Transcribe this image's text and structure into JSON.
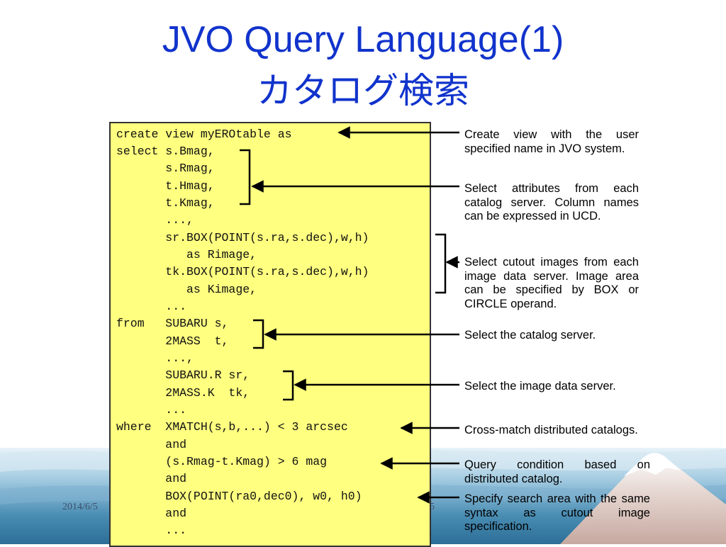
{
  "slide": {
    "title_line1": "JVO Query Language(1)",
    "title_line2": "カタログ検索",
    "footer_date": "2014/6/5",
    "footer_page": "5"
  },
  "code": {
    "lines": [
      "create view myEROtable as",
      "select s.Bmag,",
      "       s.Rmag,",
      "       t.Hmag,",
      "       t.Kmag,",
      "       ...,",
      "       sr.BOX(POINT(s.ra,s.dec),w,h)",
      "          as Rimage,",
      "       tk.BOX(POINT(s.ra,s.dec),w,h)",
      "          as Kimage,",
      "       ...",
      "from   SUBARU s,",
      "       2MASS  t,",
      "       ...,",
      "       SUBARU.R sr,",
      "       2MASS.K  tk,",
      "       ...",
      "where  XMATCH(s,b,...) < 3 arcsec",
      "       and",
      "       (s.Rmag-t.Kmag) > 6 mag",
      "       and",
      "       BOX(POINT(ra0,dec0), w0, h0)",
      "       and",
      "       ..."
    ]
  },
  "notes": {
    "create_view": "Create view with the user specified name in JVO system.",
    "select_attributes": "Select attributes from each catalog server. Column names can be expressed in UCD.",
    "select_cutout": "Select cutout images from each image data server. Image area can be specified by BOX or CIRCLE operand.",
    "catalog_server": "Select the catalog server.",
    "image_server": "Select the image data server.",
    "cross_match": "Cross-match distributed catalogs.",
    "query_condition": "Query condition based on distributed catalog.",
    "search_area": "Specify search area with the same syntax as cutout image specification."
  },
  "colors": {
    "title": "#1133cc",
    "code_background": "#ffff80",
    "wave_dark": "#3a7ea6",
    "wave_light": "#bcd9ea"
  }
}
